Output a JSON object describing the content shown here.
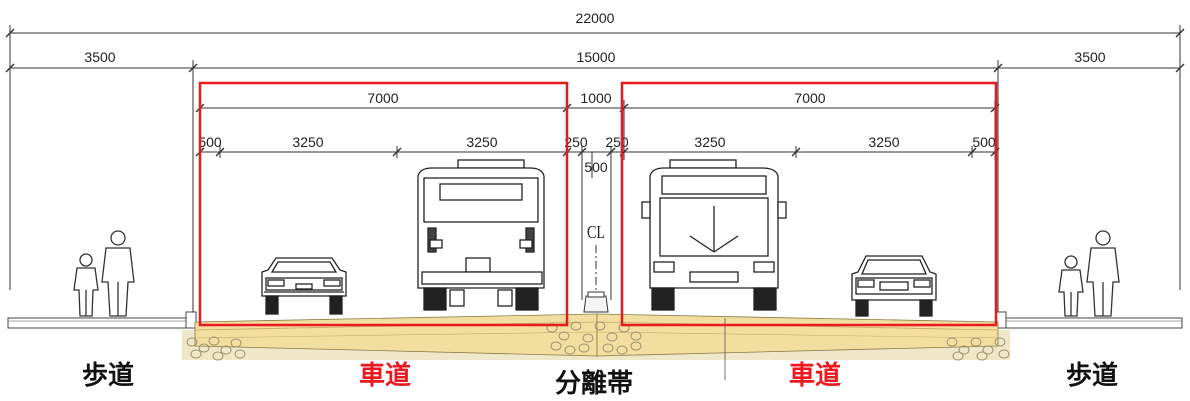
{
  "dimensions": {
    "total": "22000",
    "carriageway_total": "15000",
    "sidewalk_left": "3500",
    "sidewalk_right": "3500",
    "road_left": "7000",
    "median": "1000",
    "road_right": "7000",
    "shoulder_left": "500",
    "lane_left_1": "3250",
    "lane_left_2": "3250",
    "median_offset_left": "250",
    "median_offset_right": "250",
    "lane_right_1": "3250",
    "lane_right_2": "3250",
    "shoulder_right": "500",
    "median_height": "500"
  },
  "centerline_symbol": "CL",
  "labels": {
    "sidewalk_left": "歩道",
    "road_left": "車道",
    "median": "分離帯",
    "road_right": "車道",
    "sidewalk_right": "歩道"
  },
  "colors": {
    "highlight": "#e8191f",
    "pavement": "#f2dfa0",
    "gravel": "#e3d7ac",
    "line": "#222222"
  }
}
